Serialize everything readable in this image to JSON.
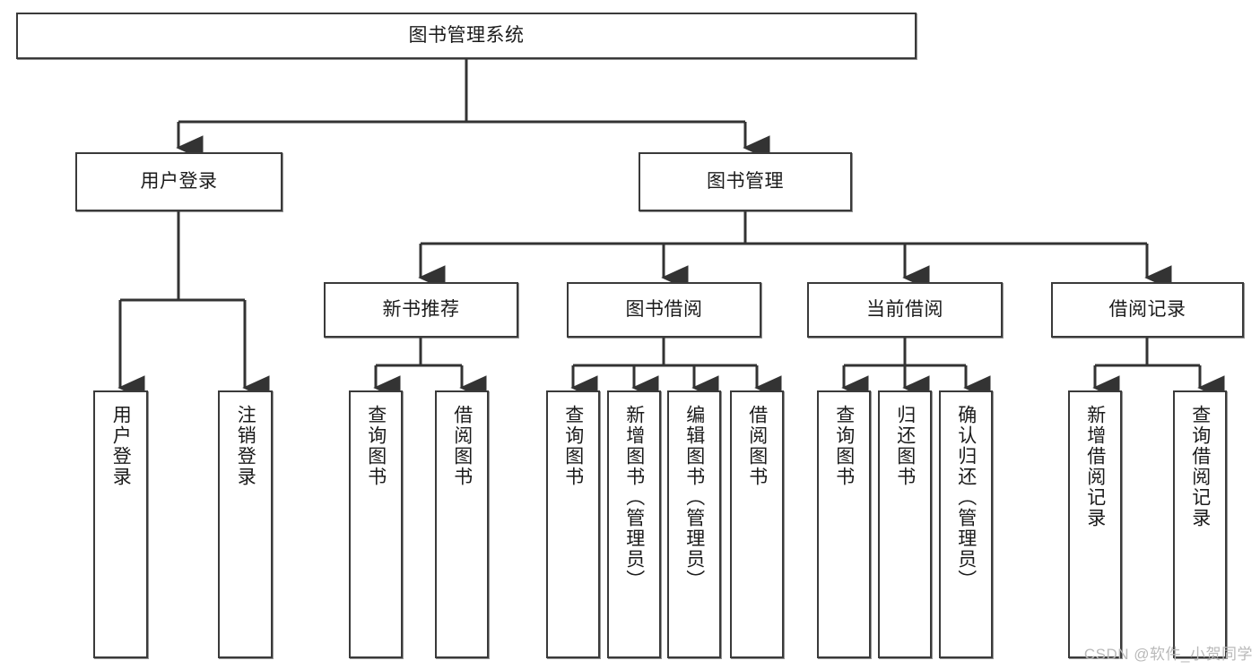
{
  "diagram": {
    "title": "图书管理系统",
    "type": "tree-structure-chart",
    "root": {
      "id": "root",
      "label": "图书管理系统"
    },
    "level2": [
      {
        "id": "user-login",
        "label": "用户登录"
      },
      {
        "id": "book-manage",
        "label": "图书管理"
      }
    ],
    "level3": [
      {
        "id": "new-book-recommend",
        "label": "新书推荐",
        "parent": "book-manage"
      },
      {
        "id": "book-borrow",
        "label": "图书借阅",
        "parent": "book-manage"
      },
      {
        "id": "current-borrow",
        "label": "当前借阅",
        "parent": "book-manage"
      },
      {
        "id": "borrow-record",
        "label": "借阅记录",
        "parent": "book-manage"
      }
    ],
    "leaves": [
      {
        "id": "leaf-user-login",
        "label": "用户登录",
        "parent": "user-login"
      },
      {
        "id": "leaf-logout",
        "label": "注销登录",
        "parent": "user-login"
      },
      {
        "id": "leaf-query-book-1",
        "label": "查询图书",
        "parent": "new-book-recommend"
      },
      {
        "id": "leaf-borrow-book-1",
        "label": "借阅图书",
        "parent": "new-book-recommend"
      },
      {
        "id": "leaf-query-book-2",
        "label": "查询图书",
        "parent": "book-borrow"
      },
      {
        "id": "leaf-add-book",
        "label": "新增图书（管理员）",
        "parent": "book-borrow"
      },
      {
        "id": "leaf-edit-book",
        "label": "编辑图书（管理员）",
        "parent": "book-borrow"
      },
      {
        "id": "leaf-borrow-book-2",
        "label": "借阅图书",
        "parent": "book-borrow"
      },
      {
        "id": "leaf-query-book-3",
        "label": "查询图书",
        "parent": "current-borrow"
      },
      {
        "id": "leaf-return-book",
        "label": "归还图书",
        "parent": "current-borrow"
      },
      {
        "id": "leaf-confirm-return",
        "label": "确认归还（管理员）",
        "parent": "current-borrow"
      },
      {
        "id": "leaf-add-record",
        "label": "新增借阅记录",
        "parent": "borrow-record"
      },
      {
        "id": "leaf-query-record",
        "label": "查询借阅记录",
        "parent": "borrow-record"
      }
    ],
    "colors": {
      "border": "#3a3a3a",
      "background": "#ffffff",
      "text": "#1b1b1b",
      "connector": "#333333",
      "watermark": "#b9b9b9"
    }
  },
  "watermark": {
    "text": "CSDN @软件_小贺同学"
  }
}
